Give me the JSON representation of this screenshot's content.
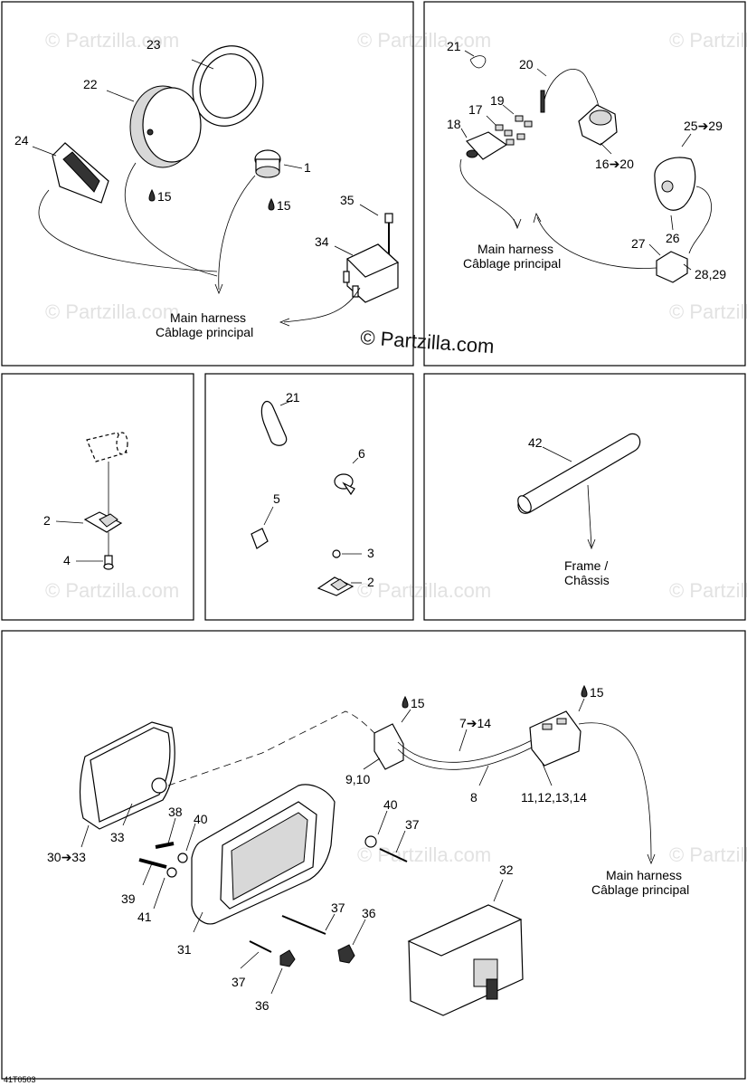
{
  "diagram": {
    "drawing_ref": "41T0503",
    "logo": "© Partzilla.com",
    "watermark": "© Partzilla.com",
    "harness_en": "Main harness",
    "harness_fr": "Câblage principal",
    "frame_en": "Frame /",
    "frame_fr": "Châssis",
    "panel1": {
      "p23": "23",
      "p22": "22",
      "p24": "24",
      "p1": "1",
      "p15a": "15",
      "p15b": "15",
      "p35": "35",
      "p34": "34"
    },
    "panel2": {
      "p21": "21",
      "p20": "20",
      "p19": "19",
      "p17": "17",
      "p18": "18",
      "p16_20": "16➔20",
      "p25_29": "25➔29",
      "p26": "26",
      "p27": "27",
      "p28_29": "28,29"
    },
    "panel3": {
      "p2": "2",
      "p4": "4"
    },
    "panel4": {
      "p21": "21",
      "p6": "6",
      "p5": "5",
      "p3": "3",
      "p2": "2"
    },
    "panel5": {
      "p42": "42"
    },
    "panel6": {
      "p15a": "15",
      "p15b": "15",
      "p7_14": "7➔14",
      "p9_10": "9,10",
      "p8": "8",
      "p11_14": "11,12,13,14",
      "p33": "33",
      "p30_33": "30➔33",
      "p38": "38",
      "p40a": "40",
      "p40b": "40",
      "p37a": "37",
      "p39": "39",
      "p41": "41",
      "p31": "31",
      "p32": "32",
      "p37b": "37",
      "p36a": "36",
      "p37c": "37",
      "p36b": "36"
    }
  }
}
